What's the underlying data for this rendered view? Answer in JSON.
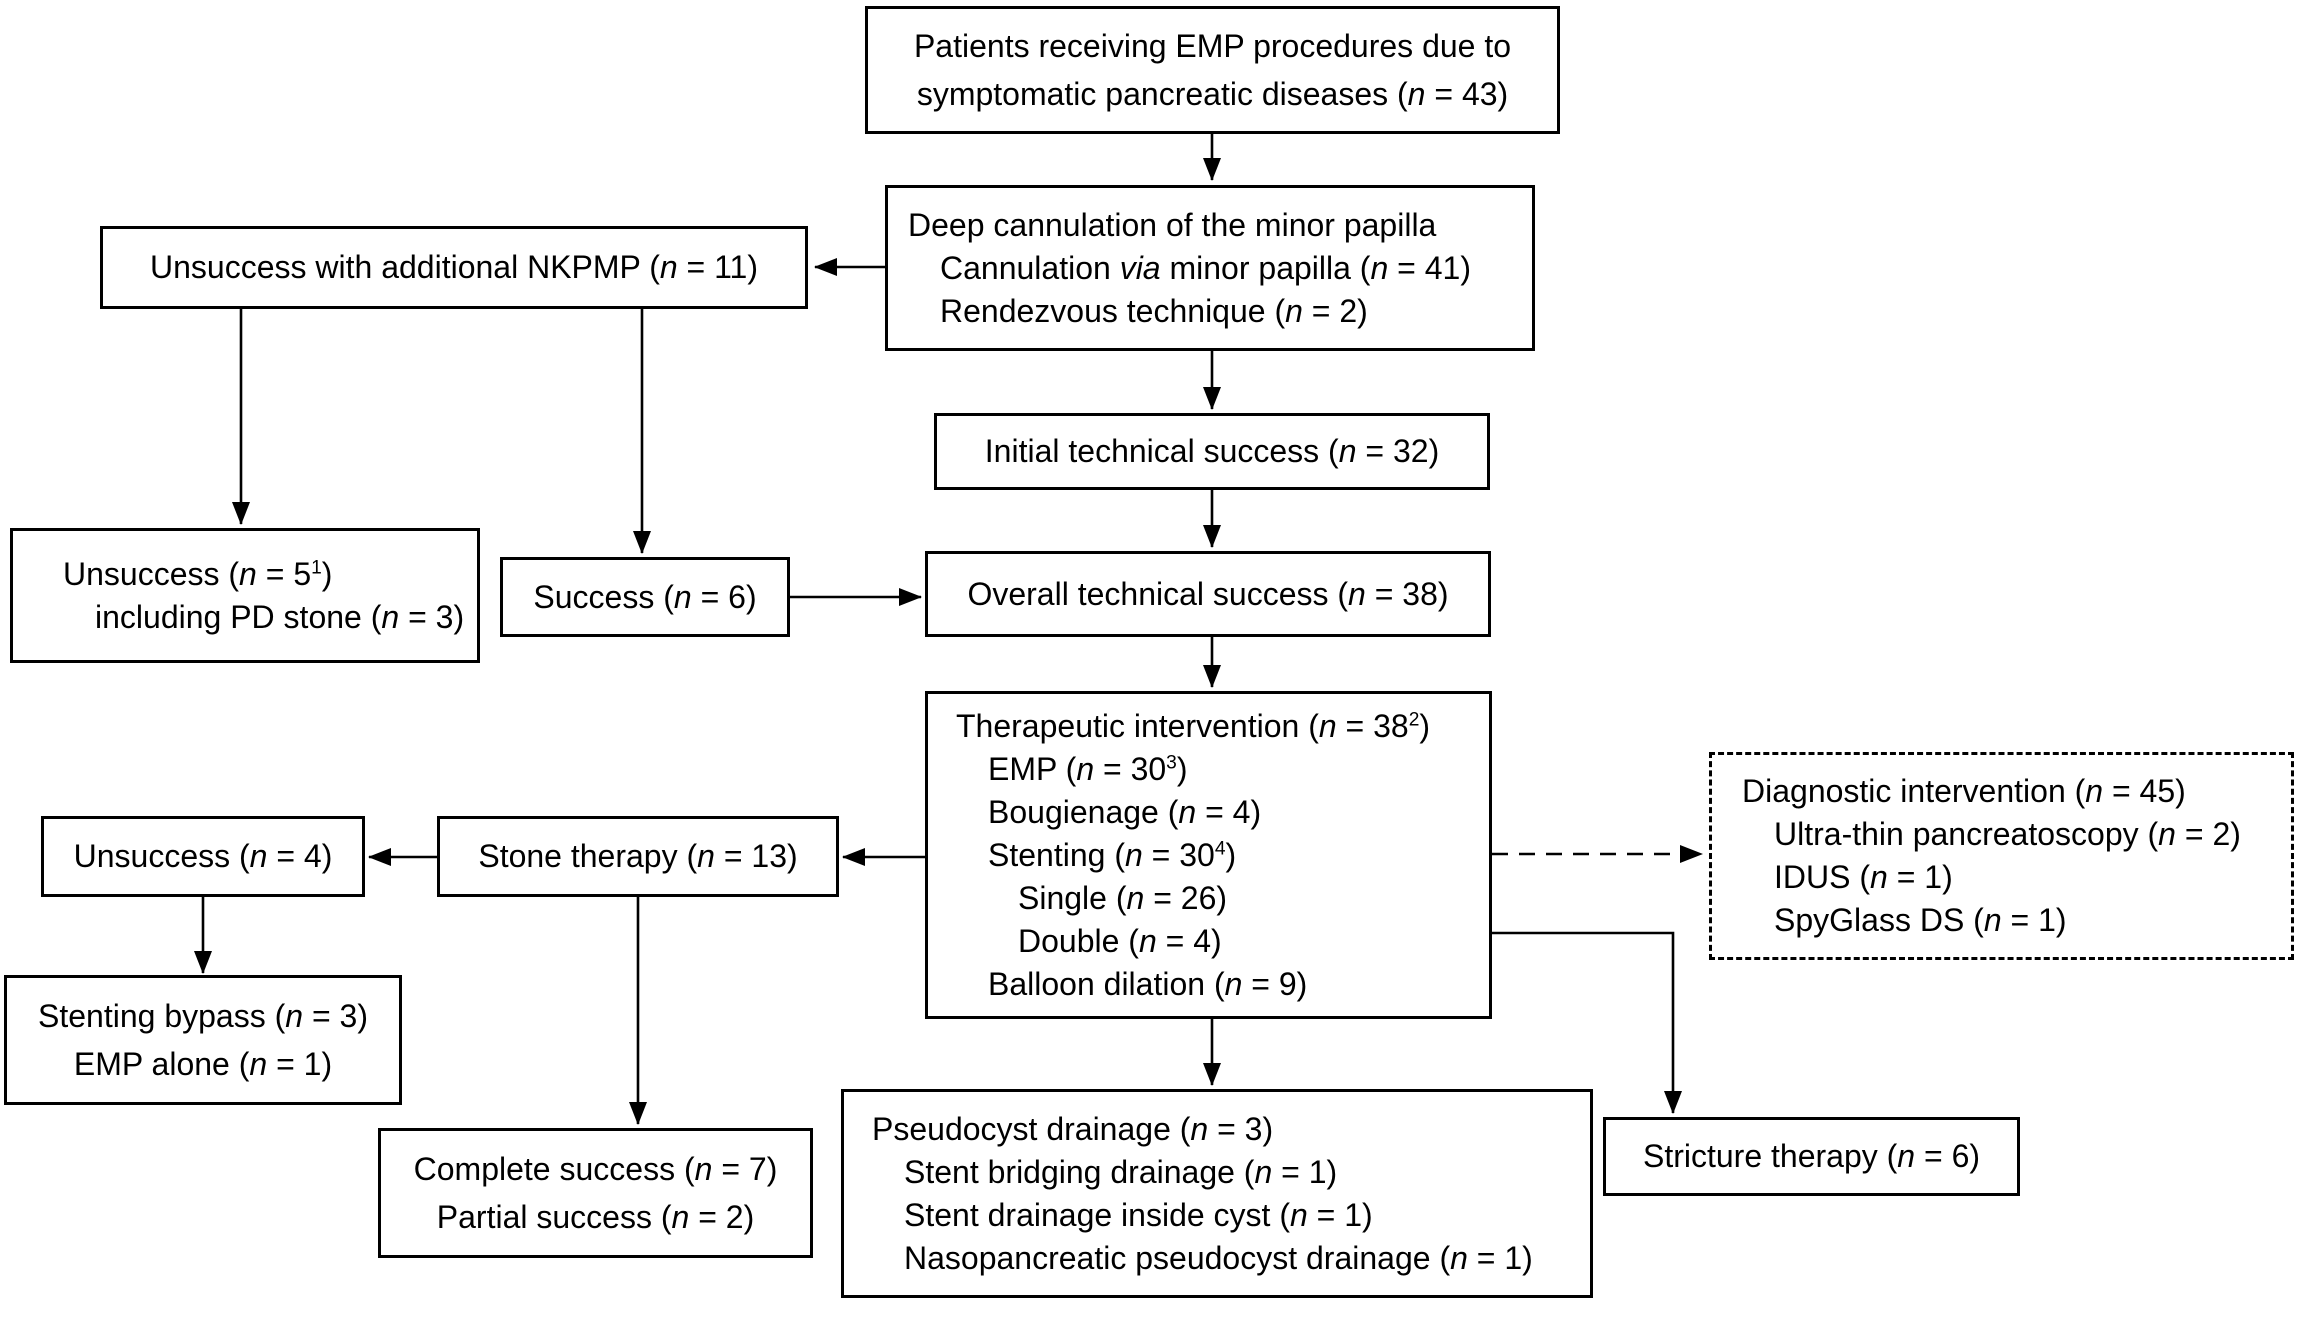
{
  "diagram_title": "EMP procedure flow diagram",
  "colors": {
    "background": "#ffffff",
    "box_border": "#000000",
    "text": "#000000",
    "arrow": "#000000"
  },
  "nodes": {
    "patients": {
      "lines": [
        "Patients receiving EMP procedures due to",
        "symptomatic pancreatic diseases (*n* = 43)"
      ]
    },
    "deep_cannulation": {
      "lines": [
        "Deep cannulation of the minor papilla",
        "Cannulation *via* minor papilla (*n* = 41)",
        "Rendezvous technique (*n* = 2)"
      ]
    },
    "nkpmp": {
      "lines": [
        "Unsuccess with additional NKPMP (*n* = 11)"
      ]
    },
    "unsuccess5": {
      "lines": [
        "Unsuccess (*n* = 5^1)",
        "including PD stone (*n* = 3)"
      ]
    },
    "success6": {
      "lines": [
        "Success (*n* = 6)"
      ]
    },
    "initial": {
      "lines": [
        "Initial technical success (*n* = 32)"
      ]
    },
    "overall": {
      "lines": [
        "Overall technical success (*n* = 38)"
      ]
    },
    "therapeutic": {
      "lines": [
        "Therapeutic intervention (*n* = 38^2)",
        "EMP (*n* = 30^3)",
        "Bougienage (*n* = 4)",
        "Stenting (*n* = 30^4)",
        "Single (*n* = 26)",
        "Double (*n* = 4)",
        "Balloon dilation (*n* = 9)"
      ]
    },
    "diagnostic": {
      "lines": [
        "Diagnostic intervention (*n* = 45)",
        "Ultra-thin pancreatoscopy (*n* = 2)",
        "IDUS (*n* = 1)",
        "SpyGlass DS (*n* = 1)"
      ]
    },
    "stone": {
      "lines": [
        "Stone therapy (*n* = 13)"
      ]
    },
    "unsuccess4": {
      "lines": [
        "Unsuccess (*n* = 4)"
      ]
    },
    "stenting_bypass": {
      "lines": [
        "Stenting bypass (*n* = 3)",
        "EMP alone (*n* = 1)"
      ]
    },
    "complete": {
      "lines": [
        "Complete success (*n* = 7)",
        "Partial success (*n* = 2)"
      ]
    },
    "pseudocyst": {
      "lines": [
        "Pseudocyst drainage (*n* = 3)",
        "Stent bridging drainage (*n* = 1)",
        "Stent drainage inside cyst (*n* = 1)",
        "Nasopancreatic pseudocyst drainage (*n* = 1)"
      ]
    },
    "stricture": {
      "lines": [
        "Stricture therapy (*n* = 6)"
      ]
    }
  }
}
